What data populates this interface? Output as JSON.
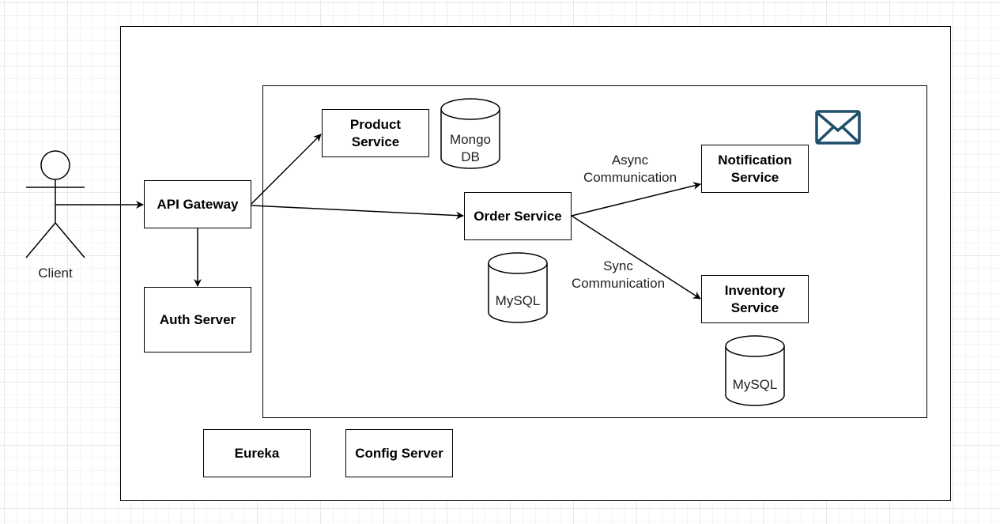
{
  "actor": {
    "label": "Client"
  },
  "boxes": {
    "api_gateway": "API Gateway",
    "auth_server": "Auth Server",
    "product_service": "Product\nService",
    "order_service": "Order Service",
    "notification_service": "Notification\nService",
    "inventory_service": "Inventory\nService",
    "eureka": "Eureka",
    "config_server": "Config Server"
  },
  "databases": {
    "product_db": "Mongo\nDB",
    "order_db": "MySQL",
    "inventory_db": "MySQL"
  },
  "edge_labels": {
    "async": "Async\nCommunication",
    "sync": "Sync\nCommunication"
  },
  "icons": {
    "mail": "mail-envelope-icon",
    "mail_color": "#1f4e6b"
  }
}
